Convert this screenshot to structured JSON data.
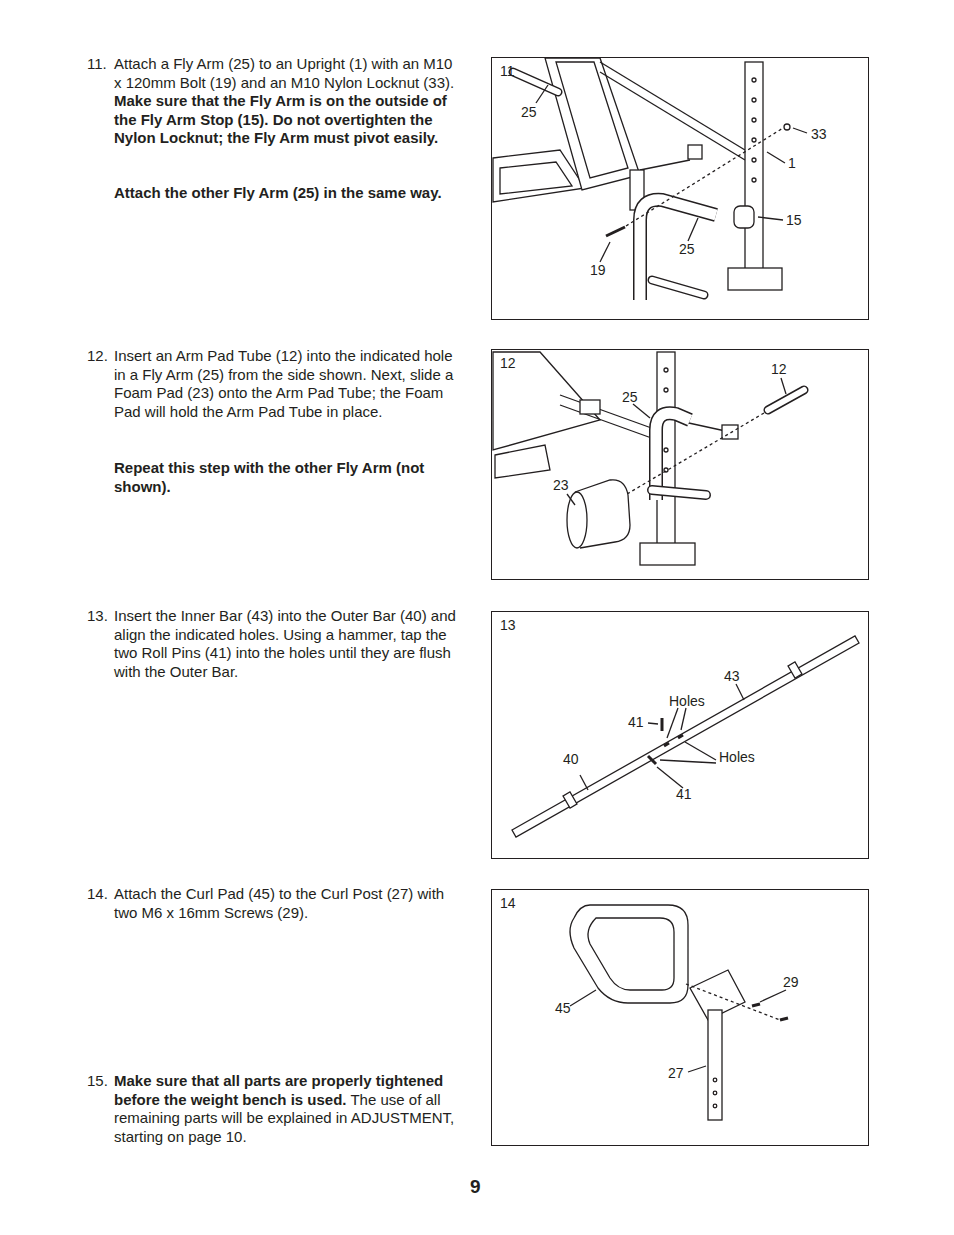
{
  "diagram": {
    "nodes": [
      {
        "text": [
          "11"
        ]
      },
      {
        "text": [
          "12"
        ]
      },
      {
        "text": [
          "13"
        ]
      },
      {
        "text": [
          "14"
        ]
      }
    ],
    "labels": [
      "11.",
      "Attach a Fly Arm (25) to an Upright (1) with an M10 x 120mm Bolt (19) and an M10 Nylon Locknut (33).",
      "Make sure that the Fly Arm is on the outside of the Fly Arm Stop (15). Do not overtighten the Nylon Locknut; the Fly Arm must pivot easily.",
      "Attach the other Fly Arm (25) in the same way.",
      "12.",
      "Insert an Arm Pad Tube (12) into the indicated hole in a Fly Arm (25) from the side shown. Next, slide a Foam Pad (23) onto the Arm Pad Tube; the Foam Pad will hold the Arm Pad Tube in place.",
      "Repeat this step with the other Fly Arm (not shown).",
      "13.",
      "Insert the Inner Bar (43) into the Outer Bar (40) and align the indicated holes. Using a hammer, tap the two Roll Pins (41) into the holes until they are flush with the Outer Bar.",
      "14.",
      "Attach the Curl Pad (45) to the Curl Post (27) with two M6 x 16mm Screws (29).",
      "15.",
      "Make sure that all parts are properly tightened before the weight bench is used.",
      "The use of all remaining parts will be explained in ADJUSTMENT, starting on page 10.",
      "9",
      "25",
      "33",
      "1",
      "15",
      "25",
      "19",
      "12",
      "25",
      "23",
      "43",
      "Holes",
      "41",
      "40",
      "Holes",
      "41",
      "29",
      "45",
      "27"
    ]
  }
}
